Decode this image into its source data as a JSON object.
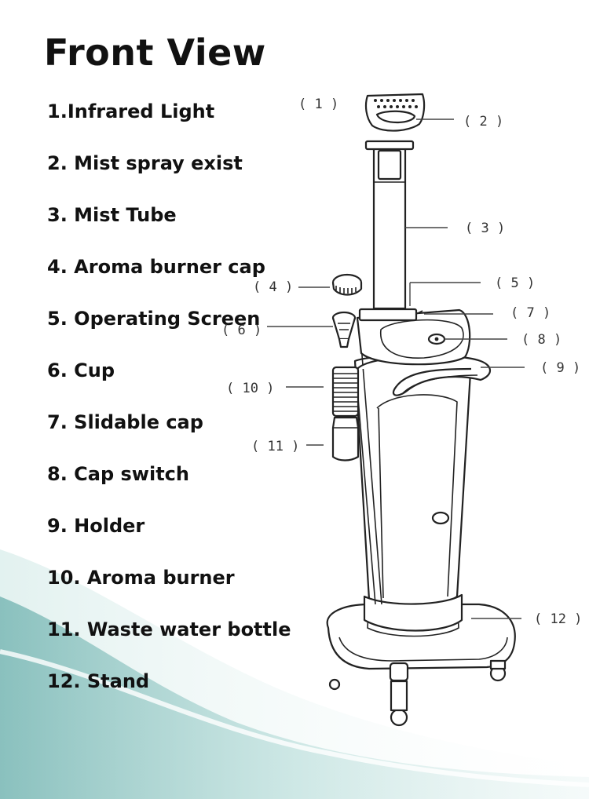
{
  "title": "Front View",
  "parts": [
    {
      "label": "1.Infrared Light",
      "callout": "( 1 )"
    },
    {
      "label": "2. Mist spray exist",
      "callout": "( 2 )"
    },
    {
      "label": "3. Mist Tube",
      "callout": "( 3 )"
    },
    {
      "label": "4. Aroma burner cap",
      "callout": "( 4 )"
    },
    {
      "label": "5. Operating Screen",
      "callout": "( 5 )"
    },
    {
      "label": "6. Cup",
      "callout": "( 6 )"
    },
    {
      "label": "7. Slidable cap",
      "callout": "( 7 )"
    },
    {
      "label": "8. Cap switch",
      "callout": "( 8 )"
    },
    {
      "label": "9. Holder",
      "callout": "( 9 )"
    },
    {
      "label": "10. Aroma burner",
      "callout": "( 10 )"
    },
    {
      "label": "11. Waste water bottle",
      "callout": "( 11 )"
    },
    {
      "label": "12. Stand",
      "callout": "( 12 )"
    }
  ],
  "colors": {
    "wave_light": "#dff0ee",
    "wave_mid": "#a9d6d2",
    "wave_dark": "#5fa9a6",
    "text": "#111111"
  }
}
